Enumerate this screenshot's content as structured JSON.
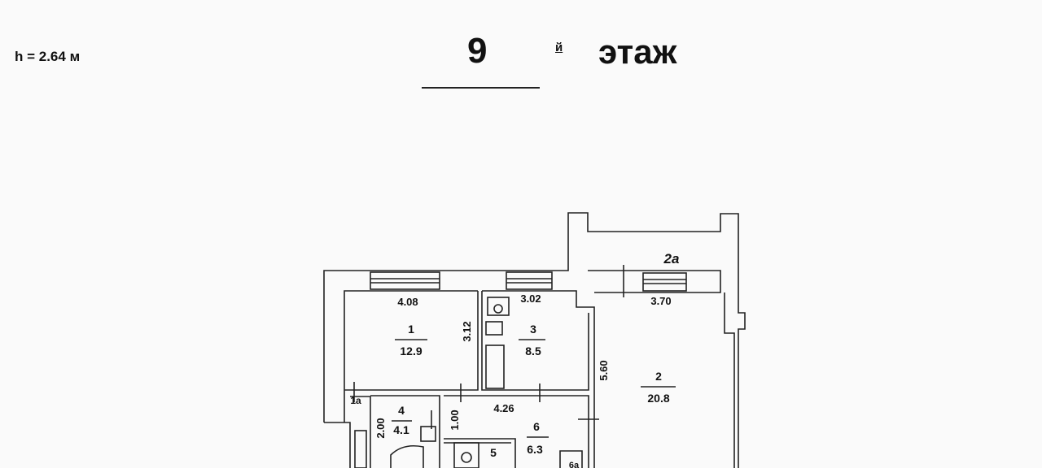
{
  "header": {
    "ceiling_height": "h = 2.64 м",
    "floor_number": "9",
    "floor_suffix": "й",
    "floor_word": "этаж"
  },
  "rooms": [
    {
      "id": "1",
      "area": "12.9"
    },
    {
      "id": "2",
      "area": "20.8"
    },
    {
      "id": "3",
      "area": "8.5"
    },
    {
      "id": "4",
      "area": "4.1"
    },
    {
      "id": "5",
      "area": ""
    },
    {
      "id": "6",
      "area": "6.3"
    }
  ],
  "labels": {
    "balcony": "2a",
    "closet_1a": "1a",
    "closet_6a": "6a"
  },
  "dimensions": {
    "d1": "4.08",
    "d2": "3.12",
    "d3": "3.02",
    "d4": "3.70",
    "d5": "5.60",
    "d6": "4.26",
    "d7": "1.00",
    "d8": "2.00"
  }
}
